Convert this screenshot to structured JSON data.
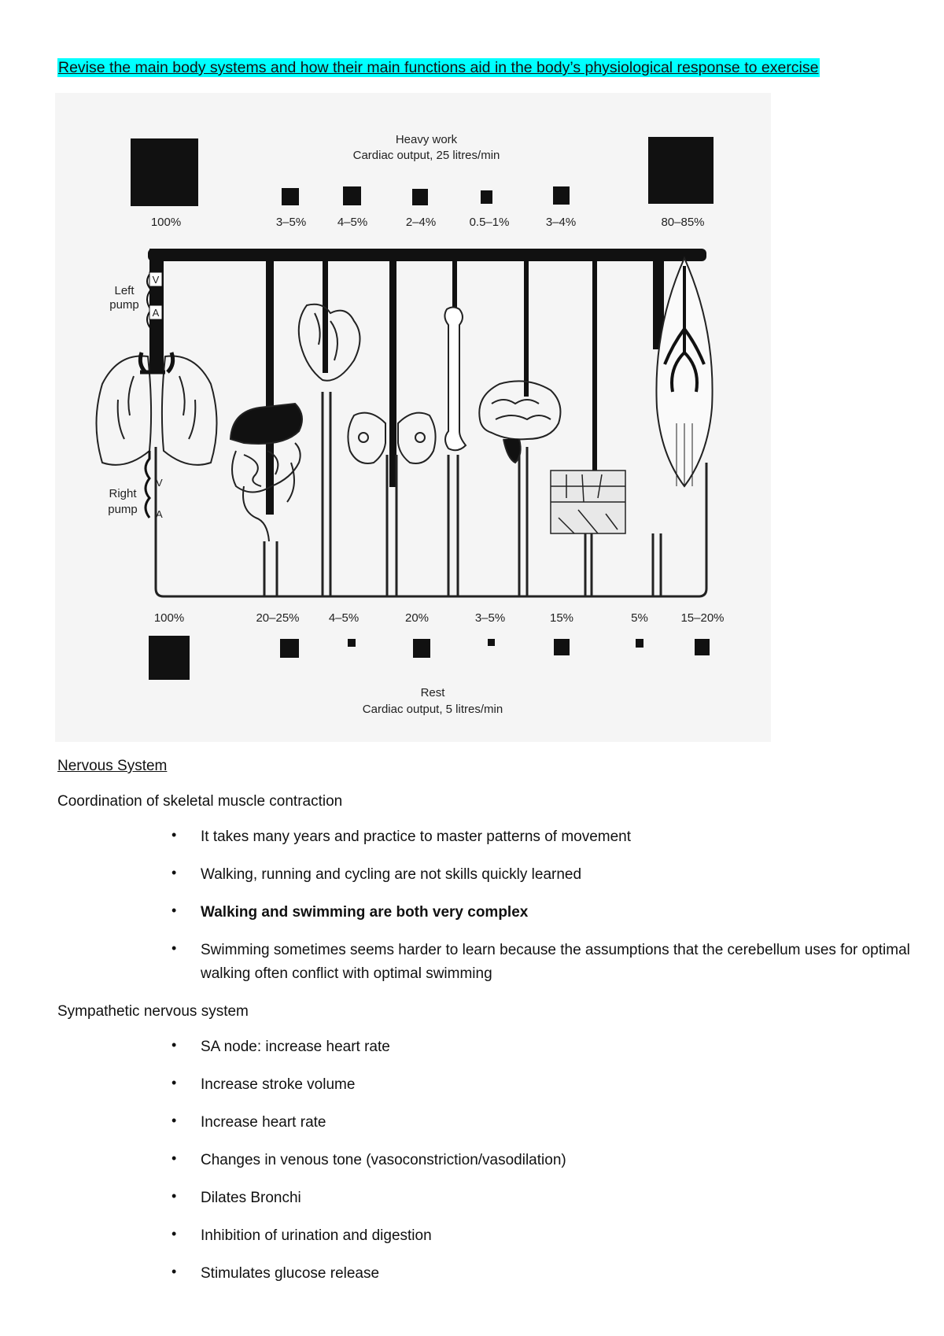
{
  "heading": "Revise the main body systems and how their main functions aid in the body’s physiological response to exercise",
  "figure": {
    "heavy_title": "Heavy work",
    "heavy_output": "Cardiac output, 25 litres/min",
    "rest_title": "Rest",
    "rest_output": "Cardiac output, 5 litres/min",
    "left_pump": [
      "Left",
      "pump"
    ],
    "right_pump": [
      "Right",
      "pump"
    ],
    "valve_v": "V",
    "valve_a": "A",
    "heavy_percents": [
      "100%",
      "3–5%",
      "4–5%",
      "2–4%",
      "0.5–1%",
      "3–4%",
      "80–85%"
    ],
    "rest_percents": [
      "100%",
      "20–25%",
      "4–5%",
      "20%",
      "3–5%",
      "15%",
      "5%",
      "15–20%"
    ],
    "organ_icons": [
      "lungs-icon",
      "digestive-icon",
      "heart-icon",
      "kidney-icon",
      "bone-icon",
      "brain-icon",
      "skin-icon",
      "muscle-icon"
    ]
  },
  "nervous": {
    "title": "Nervous System ",
    "coordination_title": "Coordination of skeletal muscle contraction",
    "coordination_items": [
      {
        "text": "It takes many years and practice to master patterns of movement",
        "bold": false
      },
      {
        "text": "Walking, running and cycling are not skills quickly learned",
        "bold": false
      },
      {
        "text": "Walking and swimming are both very complex",
        "bold": true
      },
      {
        "text": "Swimming sometimes seems harder to learn because the assumptions that the cerebellum uses for optimal walking often conflict with optimal swimming",
        "bold": false
      }
    ],
    "sympathetic_title": "Sympathetic nervous system",
    "sympathetic_items": [
      "SA node: increase heart rate",
      "Increase stroke volume",
      "Increase heart rate",
      "Changes in venous tone (vasoconstriction/vasodilation)",
      "Dilates Bronchi",
      "Inhibition of urination and digestion",
      "Stimulates glucose release"
    ]
  }
}
